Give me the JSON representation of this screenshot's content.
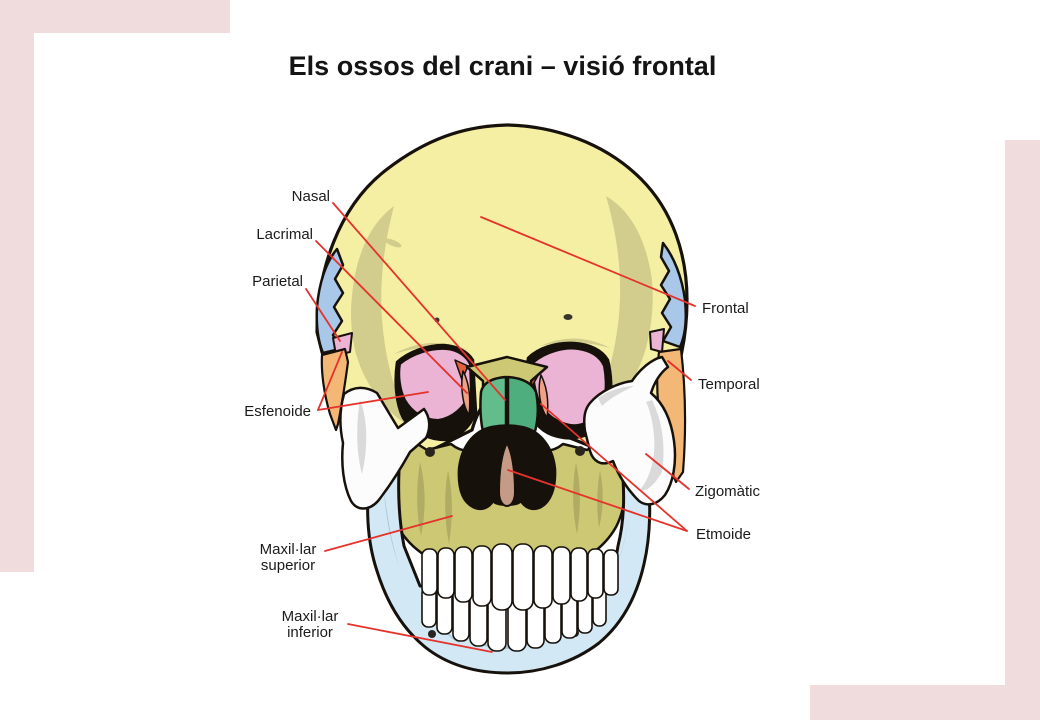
{
  "title": "Els ossos del crani – visió frontal",
  "labels": {
    "nasal": "Nasal",
    "lacrimal": "Lacrimal",
    "parietal": "Parietal",
    "esfenoide": "Esfenoide",
    "maxillar_superior": "Maxil·lar\nsuperior",
    "maxillar_inferior": "Maxil·lar\ninferior",
    "frontal": "Frontal",
    "temporal": "Temporal",
    "zigomatic": "Zigomàtic",
    "etmoide": "Etmoide"
  },
  "colors": {
    "background": "#FFFFFF",
    "decor_pink": "#F0DCDC",
    "leader_line": "#E5322B",
    "outline": "#17110B",
    "frontal_bone": "#F4EFA3",
    "parietal_bone": "#A9C7E9",
    "temporal_bone": "#F4B876",
    "sphenoid_bone": "#EBB3D4",
    "nasal_bone_left": "#63BC8C",
    "nasal_bone_right": "#4EAE7E",
    "lacrimal_bone": "#F0A183",
    "lacrimal_deep": "#E2603C",
    "septum": "#C59B85",
    "maxilla_bone": "#CDC873",
    "mandible_bone": "#D2E8F5",
    "zygomatic_bone": "#FCFCFC",
    "teeth": "#FFFFFF"
  }
}
